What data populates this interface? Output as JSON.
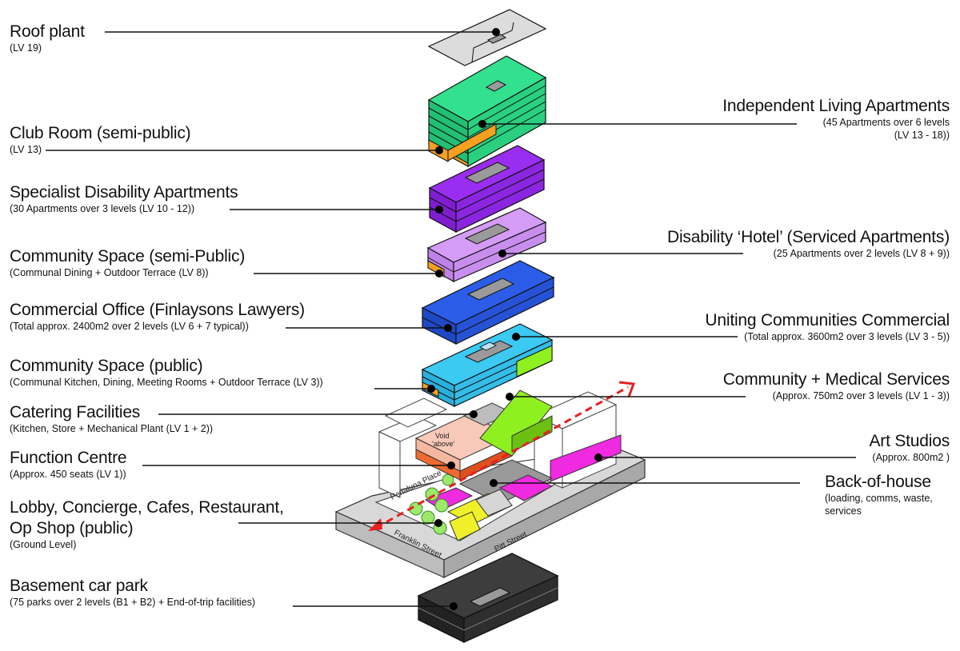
{
  "labels": {
    "roof_plant": {
      "title": "Roof plant",
      "sub": "(LV 19)"
    },
    "club_room": {
      "title": "Club Room (semi-public)",
      "sub": "(LV 13)"
    },
    "specialist_disability": {
      "title": "Specialist Disability Apartments",
      "sub": "(30 Apartments over 3 levels (LV 10 - 12))"
    },
    "community_semi": {
      "title": "Community Space (semi-Public)",
      "sub": "(Communal Dining + Outdoor Terrace (LV 8))"
    },
    "commercial_office": {
      "title": "Commercial Office (Finlaysons Lawyers)",
      "sub": "(Total approx. 2400m2 over 2 levels (LV 6 + 7 typical))"
    },
    "community_public": {
      "title": "Community Space (public)",
      "sub": "(Communal Kitchen, Dining, Meeting Rooms + Outdoor Terrace (LV 3))"
    },
    "catering": {
      "title": "Catering Facilities",
      "sub": "(Kitchen, Store + Mechanical Plant (LV 1 + 2))"
    },
    "function_centre": {
      "title": "Function Centre",
      "sub": "(Approx. 450 seats (LV 1))"
    },
    "lobby": {
      "title_line1": "Lobby, Concierge, Cafes, Restaurant,",
      "title_line2": "Op Shop (public)",
      "sub": "(Ground Level)"
    },
    "basement": {
      "title": "Basement car park",
      "sub": "(75 parks over 2 levels (B1 + B2) + End-of-trip facilities)"
    },
    "independent_living": {
      "title": "Independent Living Apartments",
      "sub_line1": "(45 Apartments over 6 levels",
      "sub_line2": "(LV 13 - 18))"
    },
    "disability_hotel": {
      "title": "Disability ‘Hotel’ (Serviced Apartments)",
      "sub": "(25 Apartments over 2 levels (LV 8 + 9))"
    },
    "uniting_commercial": {
      "title": "Uniting Communities Commercial",
      "sub": "(Total approx. 3600m2 over 3 levels (LV 3 - 5))"
    },
    "community_medical": {
      "title": "Community + Medical Services",
      "sub": "(Approx. 750m2 over 3 levels (LV 1 - 3))"
    },
    "art_studios": {
      "title": "Art Studios",
      "sub": "(Approx. 800m2 )"
    },
    "back_of_house": {
      "title": "Back-of-house",
      "sub_line1": "(loading, comms, waste,",
      "sub_line2": "services"
    }
  },
  "site_labels": {
    "void": "Void",
    "void_above": "‘above’",
    "penaluna": "Penaluna Place",
    "franklin": "Franklin Street",
    "pitt": "Pitt Street"
  },
  "colors": {
    "roof_plant": "#dcdcdc",
    "independent_living": "#33e08e",
    "club_room": "#f5a020",
    "specialist_disability": "#9a2ef0",
    "disability_hotel": "#d49cf7",
    "commercial_office": "#2b5de8",
    "uniting_commercial": "#3cc9f2",
    "community_medical": "#8ff020",
    "function_centre": "#f06a30",
    "void": "#f8c8b8",
    "art_studios": "#f02ae0",
    "lobby": "#f0f02a",
    "basement": "#4a4a4a",
    "circulation_arrow": "#e82020"
  }
}
